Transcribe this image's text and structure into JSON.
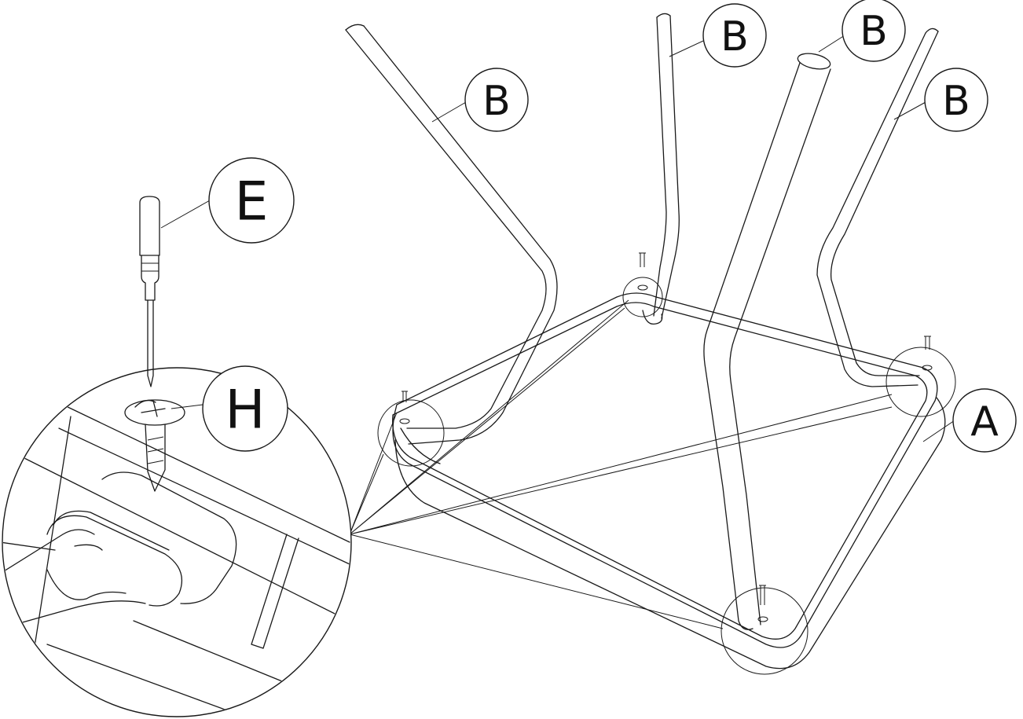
{
  "diagram": {
    "parts": {
      "frame": "A",
      "leg": "B",
      "screwdriver": "E",
      "screw": "H"
    },
    "callouts": [
      {
        "id": "leg-1",
        "label": "B"
      },
      {
        "id": "leg-2",
        "label": "B"
      },
      {
        "id": "leg-3",
        "label": "B"
      },
      {
        "id": "leg-4",
        "label": "B"
      },
      {
        "id": "frame",
        "label": "A"
      },
      {
        "id": "screwdriver",
        "label": "E"
      },
      {
        "id": "screw",
        "label": "H"
      }
    ]
  }
}
